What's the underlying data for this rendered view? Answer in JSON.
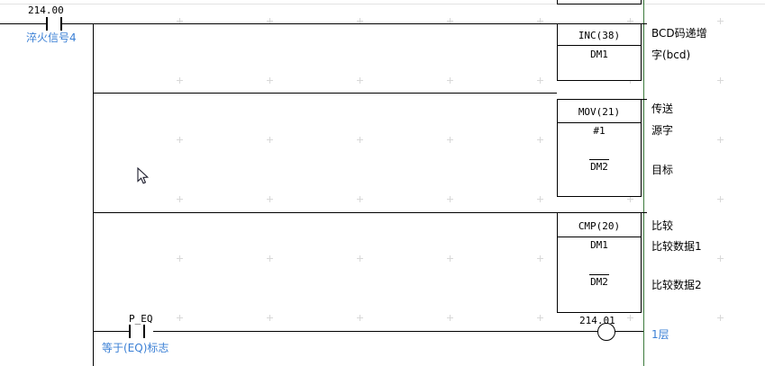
{
  "diagram": {
    "type": "plc-ladder-logic",
    "rungs": [
      {
        "id": "rung-1",
        "contact": {
          "address": "214.00",
          "comment": "淬火信号4",
          "kind": "normally-open-contact"
        }
      }
    ],
    "instructions": [
      {
        "id": "inc-block",
        "opcode": "INC(38)",
        "operands": [
          "DM1"
        ],
        "operand_overline": [
          false
        ],
        "side_labels": [
          "BCD码递增",
          "字(bcd)"
        ]
      },
      {
        "id": "mov-block",
        "opcode": "MOV(21)",
        "operands": [
          "#1",
          "DM2"
        ],
        "operand_overline": [
          false,
          true
        ],
        "side_labels": [
          "传送",
          "源字",
          "目标"
        ]
      },
      {
        "id": "cmp-block",
        "opcode": "CMP(20)",
        "operands": [
          "DM1",
          "DM2"
        ],
        "operand_overline": [
          false,
          true
        ],
        "side_labels": [
          "比较",
          "比较数据1",
          "比较数据2"
        ]
      }
    ],
    "output_rung": {
      "contact": {
        "address": "P_EQ",
        "comment": "等于(EQ)标志",
        "kind": "normally-open-contact"
      },
      "coil": {
        "address": "214.01",
        "comment": "1层",
        "kind": "output-coil"
      }
    },
    "colors": {
      "wire": "#000000",
      "comment": "#3a7fd5",
      "grid": "#d8d8d8",
      "separator": "#e2e2e2",
      "bus_green": "#3c7a3c",
      "background": "#ffffff"
    }
  }
}
